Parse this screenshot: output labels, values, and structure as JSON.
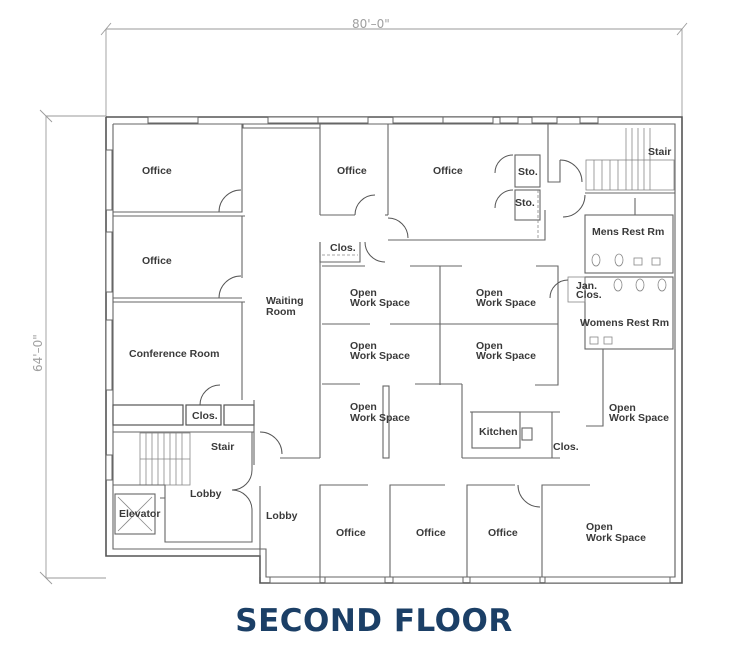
{
  "title": "SECOND FLOOR",
  "title_color": "#1b3f66",
  "dimensions": {
    "width": "80'–0\"",
    "height": "64'–0\""
  },
  "rooms": {
    "office_nw1": "Office",
    "office_nw2": "Office",
    "conference": "Conference Room",
    "closet_left": "Clos.",
    "stair_left": "Stair",
    "lobby_left": "Lobby",
    "elevator": "Elevator",
    "lobby_center": "Lobby",
    "waiting_l1": "Waiting",
    "waiting_l2": "Room",
    "office_top_mid": "Office",
    "office_top_right": "Office",
    "closet_top": "Clos.",
    "storage_1": "Sto.",
    "storage_2": "Sto.",
    "stair_right": "Stair",
    "mens_rr": "Mens Rest Rm",
    "jan_clos_1": "Jan.",
    "jan_clos_2": "Clos.",
    "womens_rr": "Womens Rest Rm",
    "ows_1": [
      "Open",
      "Work Space"
    ],
    "ows_2": [
      "Open",
      "Work Space"
    ],
    "ows_3": [
      "Open",
      "Work Space"
    ],
    "ows_4": [
      "Open",
      "Work Space"
    ],
    "ows_5": [
      "Open",
      "Work Space"
    ],
    "ows_east": [
      "Open",
      "Work Space"
    ],
    "ows_se": [
      "Open",
      "Work Space"
    ],
    "kitchen": "Kitchen",
    "closet_kitchen": "Clos.",
    "office_bottom_1": "Office",
    "office_bottom_2": "Office",
    "office_bottom_3": "Office"
  }
}
